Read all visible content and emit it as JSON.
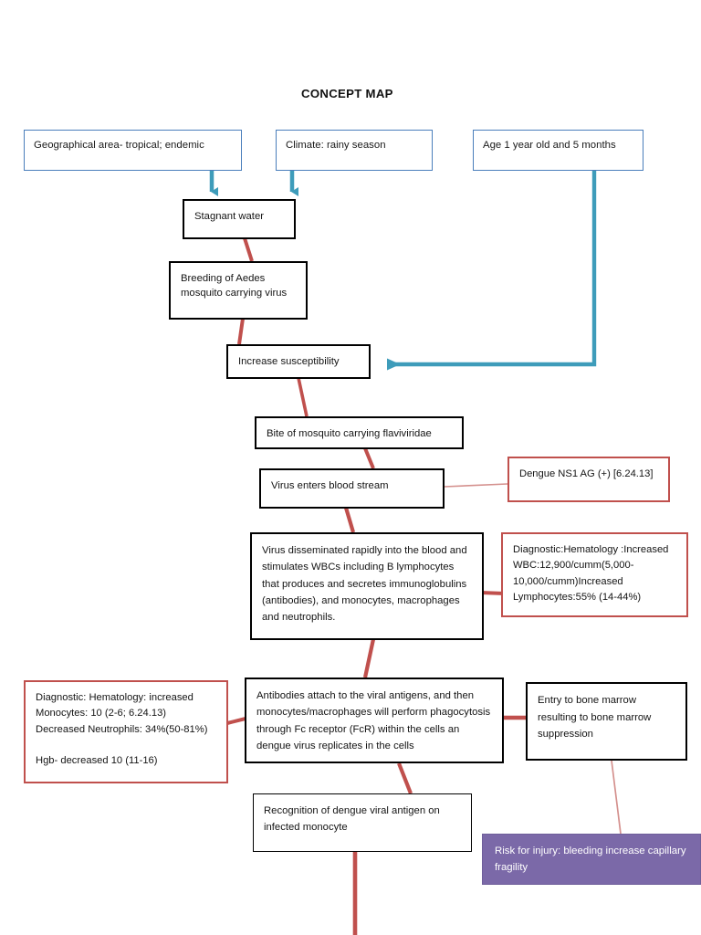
{
  "title": "CONCEPT MAP",
  "nodes": {
    "geographical_area": "Geographical area- tropical; endemic",
    "climate": "Climate: rainy season",
    "age": "Age 1 year old and 5 months",
    "stagnant_water": "Stagnant water",
    "breeding": "Breeding of Aedes\nmosquito carrying virus",
    "increase_susceptibility": "Increase susceptibility",
    "bite": "Bite of mosquito carrying flaviviridae",
    "virus_enters": "Virus enters blood stream",
    "dengue_ns1": "Dengue NS1 AG (+) [6.24.13]",
    "dissemination": "Virus disseminated rapidly into the blood and stimulates WBCs including B lymphocytes that produces and secretes immunoglobulins (antibodies), and monocytes, macrophages and neutrophils.",
    "hematology_right": "Diagnostic:Hematology :Increased WBC:12,900/cumm(5,000-10,000/cumm)Increased Lymphocytes:55% (14-44%)",
    "hematology_left": "Diagnostic: Hematology: increased\nMonocytes: 10 (2-6; 6.24.13)\nDecreased Neutrophils: 34%(50-81%)\n\nHgb- decreased 10 (11-16)",
    "antibodies": "Antibodies attach to the viral antigens, and then monocytes/macrophages will perform phagocytosis through Fc receptor (FcR) within the cells an dengue virus replicates in the cells",
    "bone_marrow": "Entry to bone marrow resulting to bone marrow suppression",
    "recognition": "Recognition of dengue viral antigen on infected monocyte",
    "risk_injury": "Risk for injury: bleeding increase capillary fragility"
  },
  "colors": {
    "blue_border": "#4a7ebb",
    "blue_arrow": "#3e9cba",
    "red_connector": "#c0504d",
    "black_border": "#000000",
    "purple_fill": "#7b69a8",
    "text": "#141414",
    "background": "#ffffff"
  }
}
